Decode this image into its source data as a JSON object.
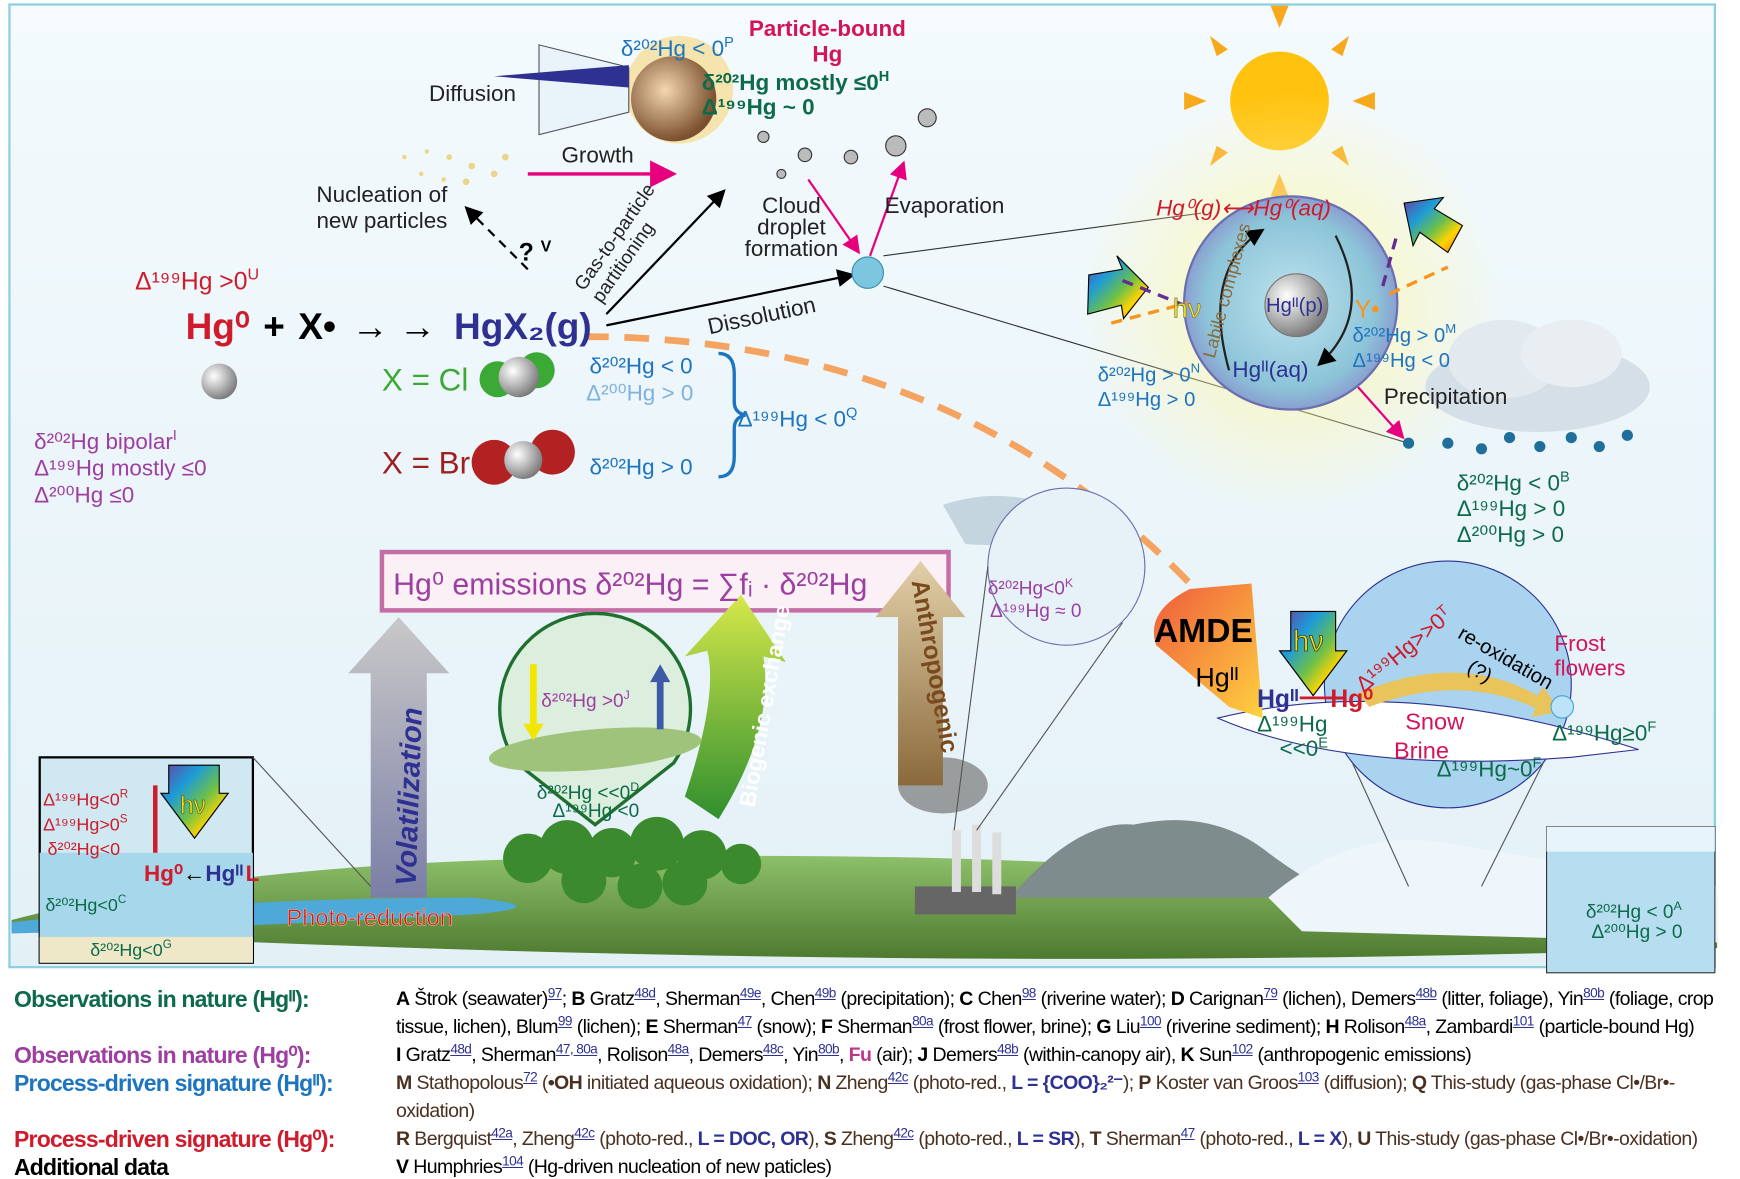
{
  "colors": {
    "green": "#0d6b4a",
    "purple": "#9c3fa0",
    "blue": "#1d74bf",
    "red": "#cf1b2b",
    "crimson": "#d4145a",
    "navy": "#2e3192",
    "brown": "#4a3020"
  },
  "top": {
    "particle_bound": [
      "Particle-bound",
      "Hg"
    ],
    "p_d202": "δ²⁰²Hg < 0",
    "p_ref": "P",
    "h_d202": "δ²⁰²Hg mostly ≤0",
    "h_ref": "H",
    "h_D199": "Δ¹⁹⁹Hg ~ 0",
    "diffusion": "Diffusion",
    "growth": "Growth",
    "nucleation": [
      "Nucleation of",
      "new particles"
    ],
    "question": "?",
    "v_ref": "V",
    "gas_to_particle": [
      "Gas-to-particle",
      "partitioning"
    ],
    "cloud_droplet": [
      "Cloud",
      "droplet",
      "formation"
    ],
    "evaporation": "Evaporation",
    "dissolution": "Dissolution"
  },
  "reaction": {
    "u_D199": "Δ¹⁹⁹Hg >0",
    "u_ref": "U",
    "hg0": "Hg⁰",
    "plus": "+",
    "x": "X•",
    "arrows": "→  →",
    "hgx2": "HgX₂(g)",
    "x_cl": "X = Cl",
    "x_br": "X = Br",
    "cl_d202": "δ²⁰²Hg < 0",
    "cl_D200": "Δ²⁰⁰Hg > 0",
    "br_d202": "δ²⁰²Hg > 0",
    "q_D199": "Δ¹⁹⁹Hg < 0",
    "q_ref": "Q",
    "i_lines": [
      "δ²⁰²Hg bipolar",
      "Δ¹⁹⁹Hg mostly ≤0",
      "Δ²⁰⁰Hg ≤0"
    ],
    "i_ref": "I"
  },
  "droplet": {
    "exchange": "Hg⁰(g)⟷Hg⁰(aq)",
    "labile": "Labile complexes",
    "hgp": "Hgᴵᴵ(p)",
    "hgaq": "Hgᴵᴵ(aq)",
    "hv": "hν",
    "y": "Y•",
    "m_lines": [
      "δ²⁰²Hg > 0",
      "Δ¹⁹⁹Hg < 0"
    ],
    "m_ref": "M",
    "n_lines": [
      "δ²⁰²Hg > 0",
      "Δ¹⁹⁹Hg > 0"
    ],
    "n_ref": "N",
    "precipitation": "Precipitation",
    "b_lines": [
      "δ²⁰²Hg < 0",
      "Δ¹⁹⁹Hg > 0",
      "Δ²⁰⁰Hg > 0"
    ],
    "b_ref": "B"
  },
  "surface": {
    "emissions": "Hg⁰ emissions  δ²⁰²Hg = ∑fᵢ · δ²⁰²Hg",
    "volatilization": "Volatilization",
    "biogenic": "Biogenic exchange",
    "anthropogenic": "Anthropogenic",
    "k_lines": [
      "δ²⁰²Hg<0",
      "Δ¹⁹⁹Hg ≈ 0"
    ],
    "k_ref": "K",
    "j_line": "δ²⁰²Hg >0",
    "j_ref": "J",
    "d_lines": [
      "δ²⁰²Hg <<0",
      "Δ¹⁹⁹Hg <0"
    ],
    "d_ref": "D",
    "photo_reduction": "Photo-reduction",
    "inset_left": {
      "r": "Δ¹⁹⁹Hg<0",
      "r_ref": "R",
      "s": "Δ¹⁹⁹Hg>0",
      "s_ref": "S",
      "red": "δ²⁰²Hg<0",
      "hv": "hν",
      "hg0": "Hg⁰",
      "arrow": "←",
      "hg2": "Hgᴵᴵ",
      "l_ref": "L",
      "c": "δ²⁰²Hg<0",
      "c_ref": "C",
      "g": "δ²⁰²Hg<0",
      "g_ref": "G"
    },
    "inset_right": {
      "a": "δ²⁰²Hg < 0",
      "a_ref": "A",
      "a2": "Δ²⁰⁰Hg > 0"
    }
  },
  "polar": {
    "amde": "AMDE",
    "hg2": "Hgᴵᴵ",
    "hv": "hν",
    "hg2b": "Hgᴵᴵ",
    "hg0": "Hg⁰",
    "e_lines": [
      "Δ¹⁹⁹Hg",
      "<<0"
    ],
    "e_ref": "E",
    "t_line": "Δ¹⁹⁹Hg>>0",
    "t_ref": "T",
    "reox": [
      "re-oxidation",
      "(?)"
    ],
    "frost": [
      "Frost",
      "flowers"
    ],
    "snow": "Snow",
    "brine": "Brine",
    "f1": "Δ¹⁹⁹Hg~0",
    "f2": "Δ¹⁹⁹Hg≥0",
    "f_ref": "F"
  },
  "legend": [
    {
      "head": "Observations in nature (Hgᴵᴵ):",
      "color": "#0d6b4a",
      "segs": [
        {
          "b": "A"
        },
        {
          "t": " Štrok (seawater)"
        },
        {
          "r": "97"
        },
        {
          "t": "; "
        },
        {
          "b": "B"
        },
        {
          "t": " Gratz"
        },
        {
          "r": "48d"
        },
        {
          "t": ", Sherman"
        },
        {
          "r": "49e"
        },
        {
          "t": ", Chen"
        },
        {
          "r": "49b"
        },
        {
          "t": " (precipitation); "
        },
        {
          "b": "C"
        },
        {
          "t": " Chen"
        },
        {
          "r": "98"
        },
        {
          "t": " (riverine water); "
        },
        {
          "b": "D"
        },
        {
          "t": " Carignan"
        },
        {
          "r": "79"
        },
        {
          "t": " (lichen), Demers"
        },
        {
          "r": "48b"
        },
        {
          "t": " (litter, foliage), Yin"
        },
        {
          "r": "80b"
        },
        {
          "t": " (foliage, crop tissue, lichen), Blum"
        },
        {
          "r": "99"
        },
        {
          "t": " (lichen); "
        },
        {
          "b": "E"
        },
        {
          "t": " Sherman"
        },
        {
          "r": "47"
        },
        {
          "t": " (snow); "
        },
        {
          "b": "F"
        },
        {
          "t": " Sherman"
        },
        {
          "r": "80a"
        },
        {
          "t": " (frost flower, brine); "
        },
        {
          "b": "G"
        },
        {
          "t": " Liu"
        },
        {
          "r": "100"
        },
        {
          "t": " (riverine sediment); "
        },
        {
          "b": "H"
        },
        {
          "t": " Rolison"
        },
        {
          "r": "48a"
        },
        {
          "t": ", Zambardi"
        },
        {
          "r": "101"
        },
        {
          "t": " (particle-bound Hg)"
        }
      ]
    },
    {
      "head": "Observations in nature (Hg⁰):",
      "color": "#9c3fa0",
      "segs": [
        {
          "b": "I"
        },
        {
          "t": " Gratz"
        },
        {
          "r": "48d"
        },
        {
          "t": ", Sherman"
        },
        {
          "r": "47, 80a"
        },
        {
          "t": ", Rolison"
        },
        {
          "r": "48a"
        },
        {
          "t": ", Demers"
        },
        {
          "r": "48c"
        },
        {
          "t": ", Yin"
        },
        {
          "r": "80b"
        },
        {
          "t": ", "
        },
        {
          "p": "Fu"
        },
        {
          "t": " (air); "
        },
        {
          "b": "J"
        },
        {
          "t": " Demers"
        },
        {
          "r": "48b"
        },
        {
          "t": " (within-canopy air), "
        },
        {
          "b": "K"
        },
        {
          "t": " Sun"
        },
        {
          "r": "102"
        },
        {
          "t": " (anthropogenic emissions)"
        }
      ]
    },
    {
      "head": "Process-driven signature (Hgᴵᴵ):",
      "color": "#1d74bf",
      "brown": true,
      "segs": [
        {
          "b": "M"
        },
        {
          "t": " Stathopolous"
        },
        {
          "r": "72"
        },
        {
          "t": " ("
        },
        {
          "b": "•OH"
        },
        {
          "t": " initiated aqueous oxidation); "
        },
        {
          "b": "N"
        },
        {
          "t": " Zheng"
        },
        {
          "r": "42c"
        },
        {
          "t": " (photo-red., "
        },
        {
          "n": "L = {COO}₂²⁻"
        },
        {
          "t": "); "
        },
        {
          "b": "P"
        },
        {
          "t": " Koster van Groos"
        },
        {
          "r": "103"
        },
        {
          "t": " (diffusion); "
        },
        {
          "b": "Q"
        },
        {
          "t": " This-study (gas-phase Cl•/Br•-oxidation)"
        }
      ]
    },
    {
      "head": "Process-driven signature (Hg⁰):",
      "color": "#cf1b2b",
      "brown": true,
      "segs": [
        {
          "b": "R"
        },
        {
          "t": " Bergquist"
        },
        {
          "r": "42a"
        },
        {
          "t": ", Zheng"
        },
        {
          "r": "42c"
        },
        {
          "t": " (photo-red., "
        },
        {
          "n": "L = DOC, OR"
        },
        {
          "t": "), "
        },
        {
          "b": "S"
        },
        {
          "t": " Zheng"
        },
        {
          "r": "42c"
        },
        {
          "t": " (photo-red., "
        },
        {
          "n": "L = SR"
        },
        {
          "t": "), "
        },
        {
          "b": "T"
        },
        {
          "t": " Sherman"
        },
        {
          "r": "47"
        },
        {
          "t": " (photo-red., "
        },
        {
          "n": "L = X"
        },
        {
          "t": "), "
        },
        {
          "b": "U"
        },
        {
          "t": " This-study (gas-phase Cl•/Br•-oxidation)"
        }
      ]
    },
    {
      "head": "Additional data",
      "color": "#000000",
      "segs": [
        {
          "b": "V"
        },
        {
          "t": " Humphries"
        },
        {
          "r": "104"
        },
        {
          "t": " (Hg-driven nucleation of new paticles)"
        }
      ]
    }
  ]
}
